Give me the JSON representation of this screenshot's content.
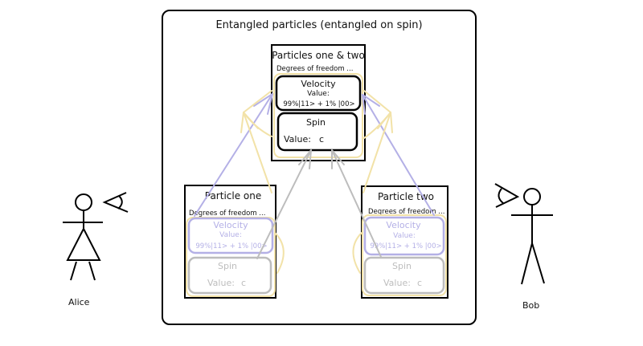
{
  "title": "Entangled particles (entangled on spin)",
  "combined": {
    "title": "Particles one & two",
    "dof": "Degrees of freedom ...",
    "velocity": {
      "label": "Velocity",
      "value_label": "Value:",
      "value": "99%|11> + 1% |00>"
    },
    "spin": {
      "label": "Spin",
      "value_label": "Value:",
      "value": "c"
    }
  },
  "particle_one": {
    "title": "Particle one",
    "dof": "Degrees of freedom ...",
    "velocity": {
      "label": "Velocity",
      "value_label": "Value:",
      "value": "99%|11> + 1% |00>"
    },
    "spin": {
      "label": "Spin",
      "value_label": "Value:",
      "value": "c"
    }
  },
  "particle_two": {
    "title": "Particle two",
    "dof": "Degrees of freedom ...",
    "velocity": {
      "label": "Velocity",
      "value_label": "Value:",
      "value": "99%|11> + 1% |00>"
    },
    "spin": {
      "label": "Spin",
      "value_label": "Value:",
      "value": "c"
    }
  },
  "observers": {
    "left": "Alice",
    "right": "Bob"
  },
  "colors": {
    "outline": "#000000",
    "velocity_arrow": "#b4b0e6",
    "spin_arrow": "#bdbdbd",
    "dof_arrow": "#f2e2a8",
    "faded_velocity_text": "#b4b0e6",
    "faded_spin_text": "#bdbdbd"
  }
}
